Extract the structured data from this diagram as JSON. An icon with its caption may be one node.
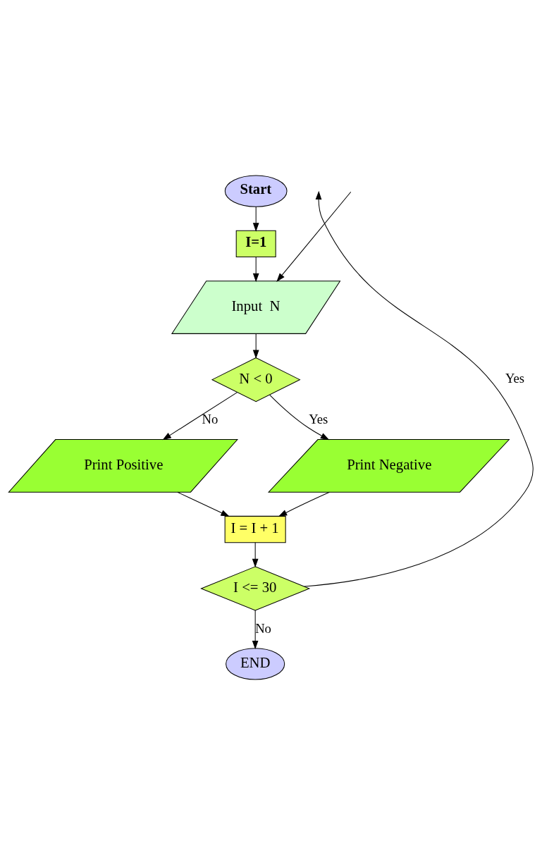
{
  "diagram": {
    "nodes": [
      {
        "text": [
          "Start"
        ]
      },
      {
        "text": [
          "I=1"
        ]
      },
      {
        "text": [
          "Input  N"
        ]
      },
      {
        "text": [
          "N < 0"
        ]
      },
      {
        "text": [
          "Print Positive"
        ]
      },
      {
        "text": [
          "Print Negative"
        ]
      },
      {
        "text": [
          "I = I + 1"
        ]
      },
      {
        "text": [
          "I <= 30"
        ]
      },
      {
        "text": [
          "END"
        ]
      }
    ],
    "edges": [
      {
        "from": 0,
        "to": 1,
        "arrow": "to"
      },
      {
        "from": 1,
        "to": 2,
        "arrow": "to"
      },
      {
        "from": 2,
        "to": 3,
        "arrow": "to"
      },
      {
        "from": 3,
        "to": 4,
        "arrow": "to",
        "label": "No"
      },
      {
        "from": 3,
        "to": 5,
        "arrow": "to",
        "label": "Yes"
      },
      {
        "from": 4,
        "to": 6,
        "arrow": "to"
      },
      {
        "from": 5,
        "to": 6,
        "arrow": "to"
      },
      {
        "from": 6,
        "to": 7,
        "arrow": "to"
      },
      {
        "from": 7,
        "to": null,
        "arrow": "to",
        "label": "Yes"
      },
      {
        "from": null,
        "to": 2,
        "arrow": "to"
      },
      {
        "from": 7,
        "to": 8,
        "arrow": "to",
        "label": "No"
      }
    ]
  }
}
